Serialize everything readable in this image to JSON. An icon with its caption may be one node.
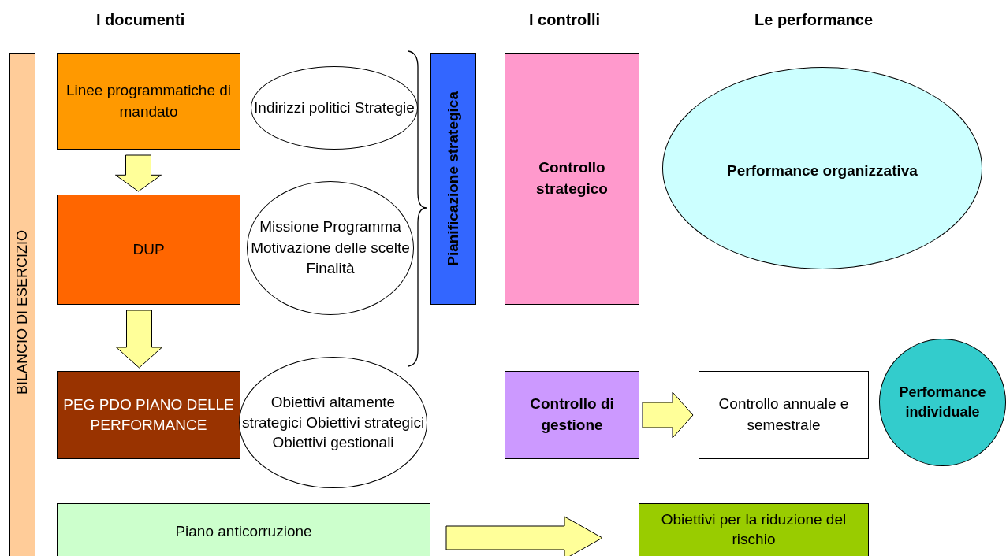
{
  "diagram": {
    "nodes": [
      {
        "text": [
          "BILANCIO DI ESERCIZIO"
        ]
      },
      {
        "text": [
          "Linee programmatiche di mandato"
        ]
      },
      {
        "text": [
          "Indirizzi politici Strategie"
        ]
      },
      {
        "text": [
          "DUP"
        ]
      },
      {
        "text": [
          "Missione Programma Motivazione delle scelte Finalità"
        ]
      },
      {
        "text": [
          "PEG PDO PIANO DELLE PERFORMANCE"
        ]
      },
      {
        "text": [
          "Obiettivi altamente strategici Obiettivi strategici Obiettivi gestionali"
        ]
      },
      {
        "text": [
          "Pianificazione strategica"
        ]
      },
      {
        "text": [
          "Controllo strategico"
        ]
      },
      {
        "text": [
          "Performance organizzativa"
        ]
      },
      {
        "text": [
          "Controllo di gestione"
        ]
      },
      {
        "text": [
          "Controllo annuale e semestrale"
        ]
      },
      {
        "text": [
          "Performance individuale"
        ]
      },
      {
        "text": [
          "Piano anticorruzione"
        ]
      },
      {
        "text": [
          "Obiettivi per la riduzione del rischio"
        ]
      }
    ],
    "edges": [
      {
        "from": 1,
        "to": 3,
        "arrow": "to"
      },
      {
        "from": 3,
        "to": 5,
        "arrow": "to"
      },
      {
        "from": 10,
        "to": 11,
        "arrow": "to"
      },
      {
        "from": 13,
        "to": 14,
        "arrow": "to"
      }
    ],
    "labels": [
      "I documenti",
      "I controlli",
      "Le performance"
    ]
  }
}
